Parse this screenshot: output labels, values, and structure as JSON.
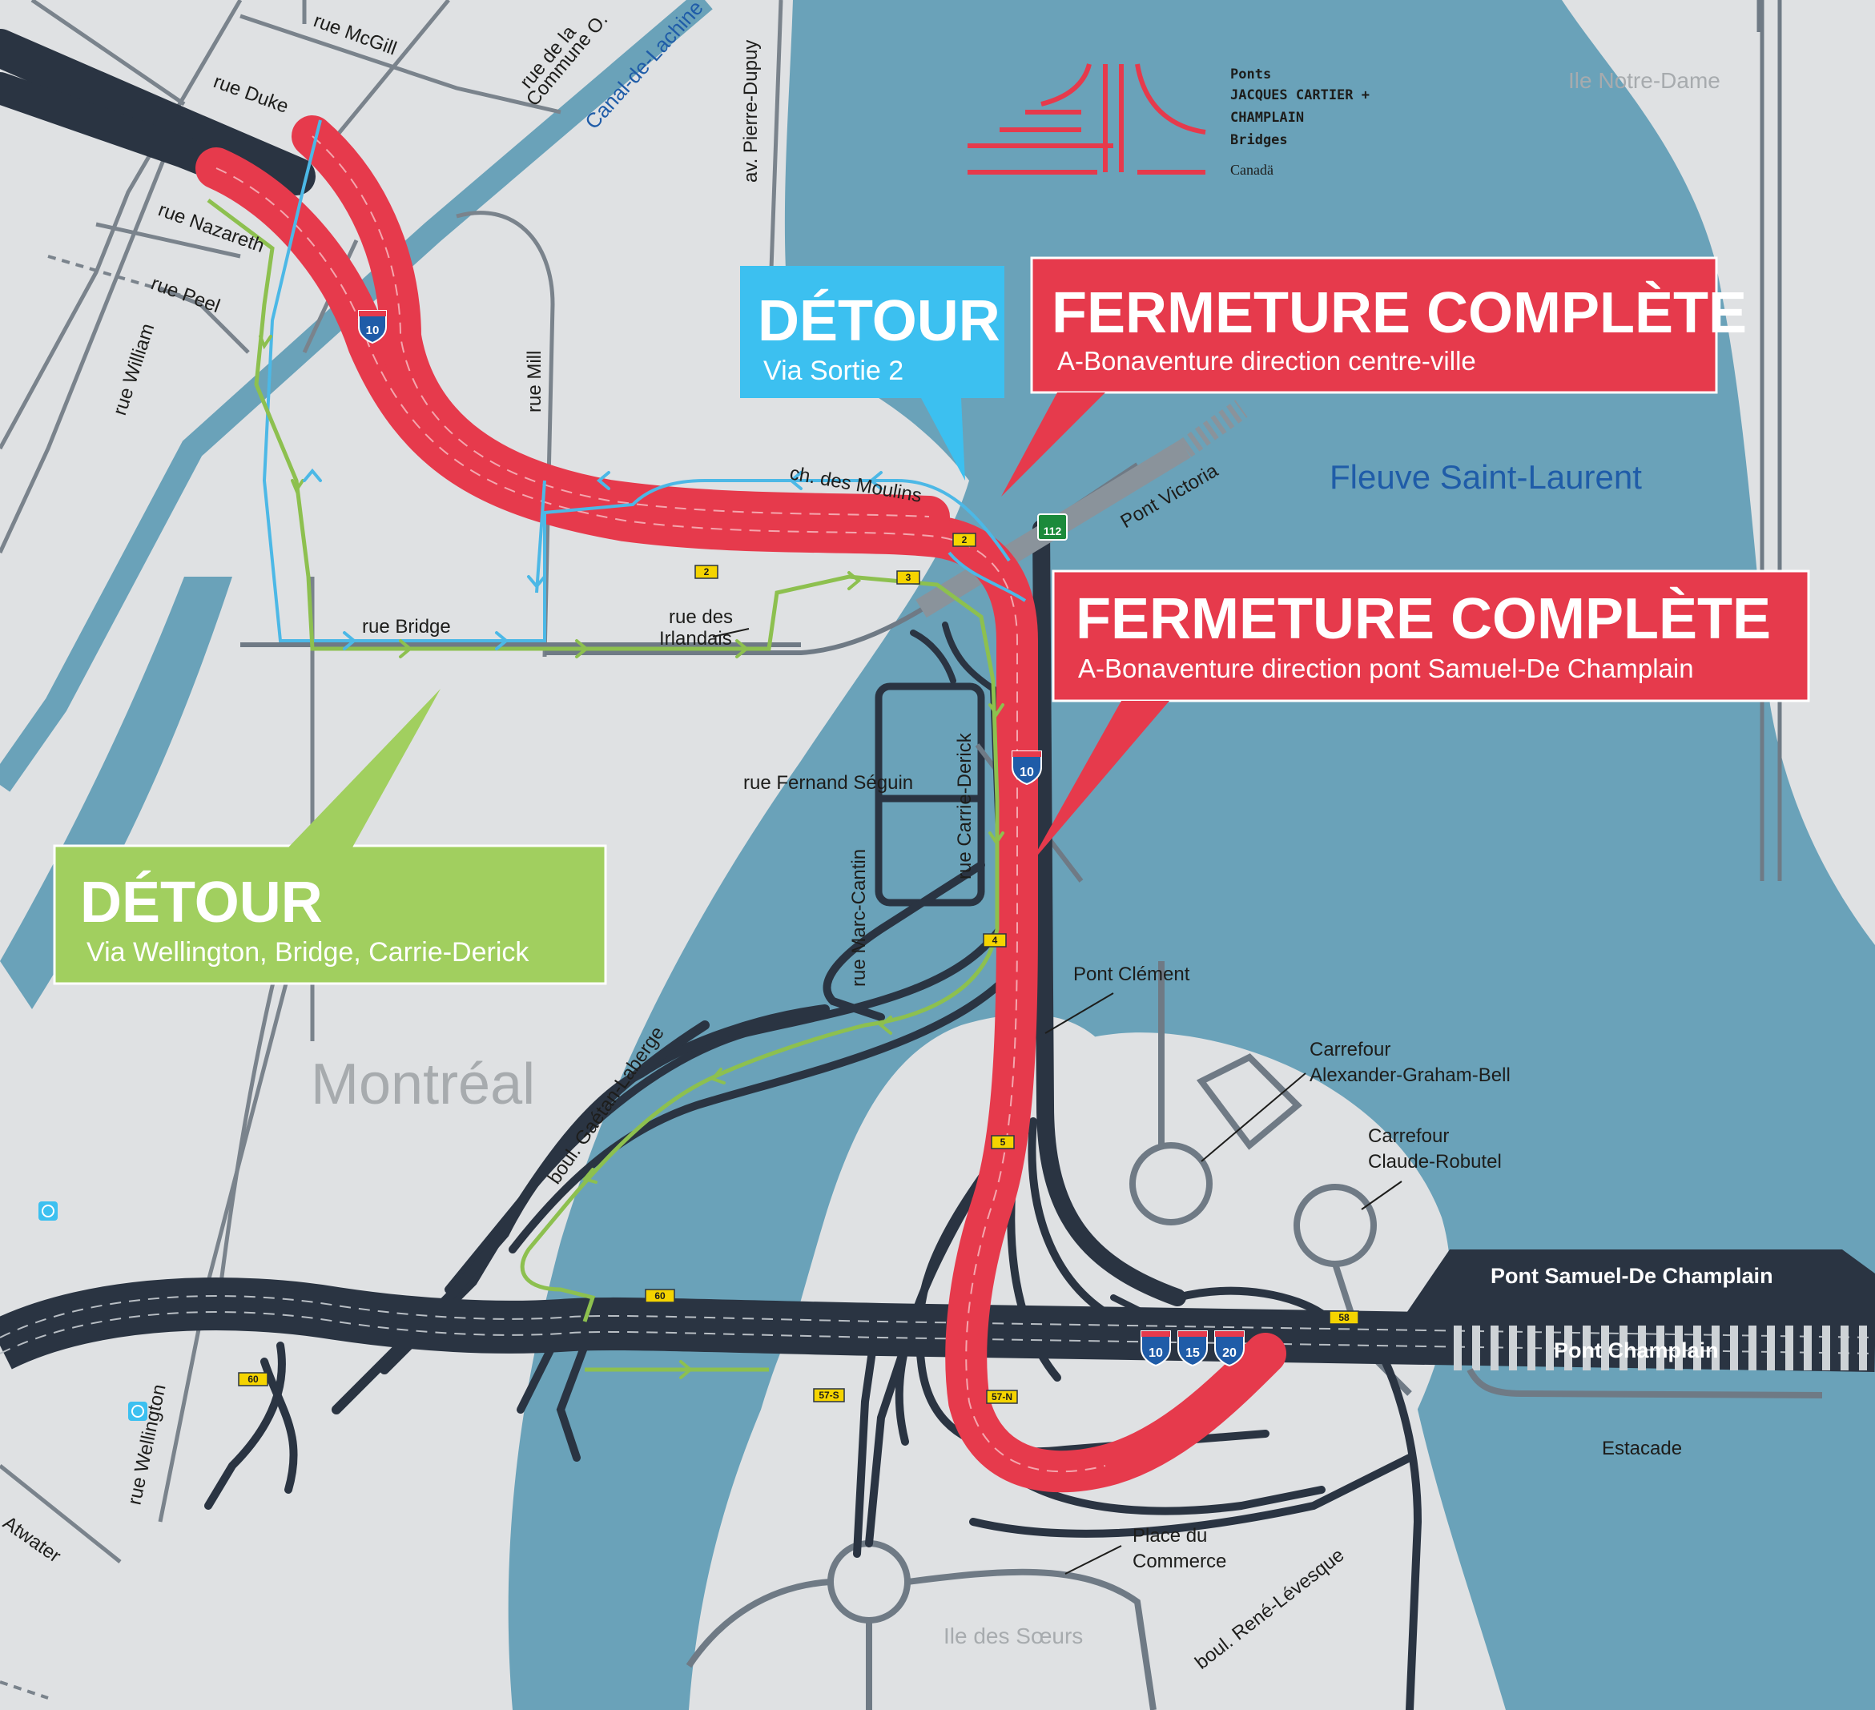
{
  "logo": {
    "line1": "Ponts",
    "line2": "JACQUES CARTIER +",
    "line3": "CHAMPLAIN",
    "line4": "Bridges",
    "line5": "Canadä",
    "color": "#e32b2d"
  },
  "callouts": {
    "detour_blue": {
      "title": "DÉTOUR",
      "subtitle": "Via Sortie 2",
      "color": "#3cc0f0"
    },
    "closure_downtown": {
      "title": "FERMETURE COMPLÈTE",
      "subtitle": "A-Bonaventure direction centre-ville",
      "color": "#e63a4c"
    },
    "closure_bridge": {
      "title": "FERMETURE COMPLÈTE",
      "subtitle": "A-Bonaventure direction pont Samuel-De Champlain",
      "color": "#e63a4c"
    },
    "detour_green": {
      "title": "DÉTOUR",
      "subtitle": "Via Wellington, Bridge, Carrie-Derick",
      "color": "#a1cf5f"
    }
  },
  "places": {
    "montreal": "Montréal",
    "fleuve": "Fleuve Saint-Laurent",
    "ile_notre_dame": "Ile Notre-Dame",
    "ile_des_soeurs": "Ile des Sœurs"
  },
  "streets": {
    "rue_mcgill": "rue McGill",
    "rue_duke": "rue Duke",
    "rue_commune_1": "rue de la",
    "rue_commune_2": "Commune O.",
    "canal": "Canal-de-Lachine",
    "pierre_dupuy": "av. Pierre-Dupuy",
    "rue_nazareth": "rue Nazareth",
    "rue_peel": "rue Peel",
    "rue_william": "rue William",
    "rue_mill": "rue Mill",
    "ch_moulins": "ch. des Moulins",
    "pont_victoria": "Pont Victoria",
    "rue_bridge": "rue Bridge",
    "rue_irlandais_1": "rue des",
    "rue_irlandais_2": "Irlandais",
    "rue_fernand": "rue Fernand Séguin",
    "rue_carrie": "rue Carrie-Derick",
    "rue_marc": "rue Marc-Cantin",
    "pont_clement": "Pont Clément",
    "carrefour_agb_1": "Carrefour",
    "carrefour_agb_2": "Alexander-Graham-Bell",
    "carrefour_cr_1": "Carrefour",
    "carrefour_cr_2": "Claude-Robutel",
    "gaetan": "boul. Gaétan-Laberge",
    "pont_sdc": "Pont Samuel-De Champlain",
    "pont_champlain": "Pont Champlain",
    "estacade": "Estacade",
    "place_commerce_1": "Place du",
    "place_commerce_2": "Commerce",
    "rene_levesque": "boul. René-Lévesque",
    "rue_wellington": "rue Wellington",
    "atwater": "Atwater"
  },
  "exits": [
    "2",
    "2",
    "3",
    "4",
    "5",
    "60",
    "60",
    "58",
    "57-S",
    "57-N"
  ],
  "shields": {
    "a10_top": "10",
    "a10_mid": "10",
    "a10_bottom": "10",
    "a15": "15",
    "a20": "20",
    "r112": "112"
  },
  "colors": {
    "water": "#6aa2b9",
    "land": "#dfe1e3",
    "highway": "#2a3442",
    "closure_red": "#e63a4c",
    "detour_green": "#8dc04f",
    "detour_blue": "#4cb8e6",
    "street": "#6f7a85"
  }
}
